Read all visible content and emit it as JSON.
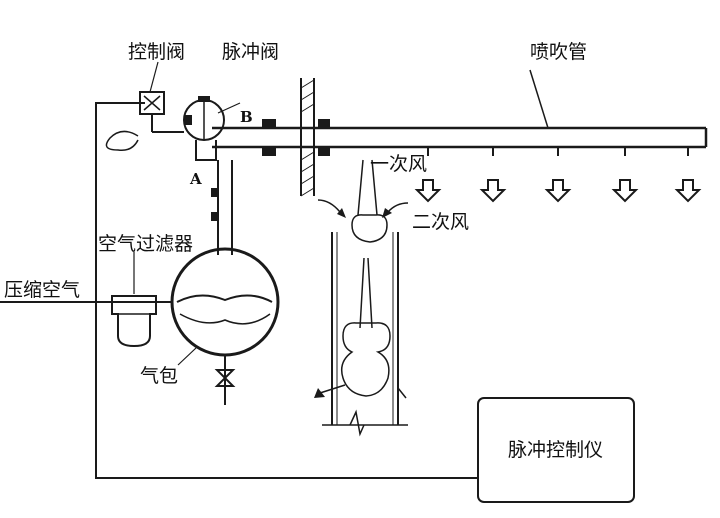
{
  "labels": {
    "control_valve": "控制阀",
    "pulse_valve": "脉冲阀",
    "blow_pipe": "喷吹管",
    "primary_air": "一次风",
    "secondary_air": "二次风",
    "air_filter": "空气过滤器",
    "compressed_air": "压缩空气",
    "air_bag": "气包",
    "pulse_controller": "脉冲控制仪",
    "point_a": "A",
    "point_b": "B"
  },
  "icons": {
    "nozzle_arrow": "down-arrow-icon",
    "valve": "valve-icon",
    "filter": "filter-icon"
  },
  "colors": {
    "line": "#1a1a1a",
    "background": "#ffffff"
  }
}
